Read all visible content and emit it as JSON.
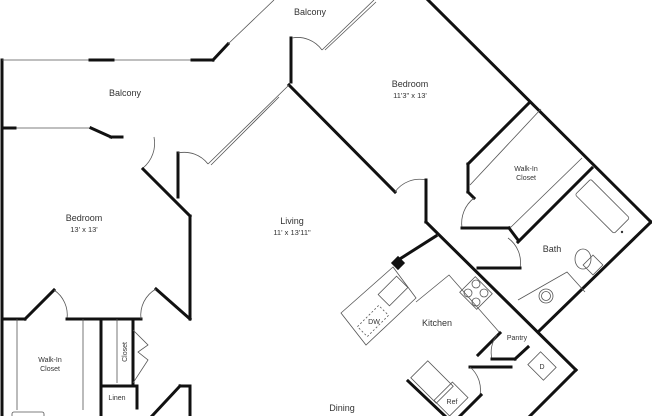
{
  "rooms": {
    "balcony_top": {
      "name": "Balcony"
    },
    "balcony_left": {
      "name": "Balcony"
    },
    "bedroom_right": {
      "name": "Bedroom",
      "size": "11'3\" x 13'"
    },
    "bedroom_left": {
      "name": "Bedroom",
      "size": "13' x 13'"
    },
    "living": {
      "name": "Living",
      "size": "11' x 13'11\""
    },
    "walkin_right": {
      "line1": "Walk-In",
      "line2": "Closet"
    },
    "walkin_left": {
      "line1": "Walk-In",
      "line2": "Closet"
    },
    "bath": {
      "name": "Bath"
    },
    "kitchen": {
      "name": "Kitchen"
    },
    "pantry": {
      "name": "Pantry"
    },
    "closet": {
      "name": "Closet"
    },
    "linen": {
      "name": "Linen"
    },
    "dining": {
      "name": "Dining"
    }
  },
  "fixtures": {
    "dishwasher": "DW",
    "dryer": "D",
    "refrigerator": "Ref"
  }
}
